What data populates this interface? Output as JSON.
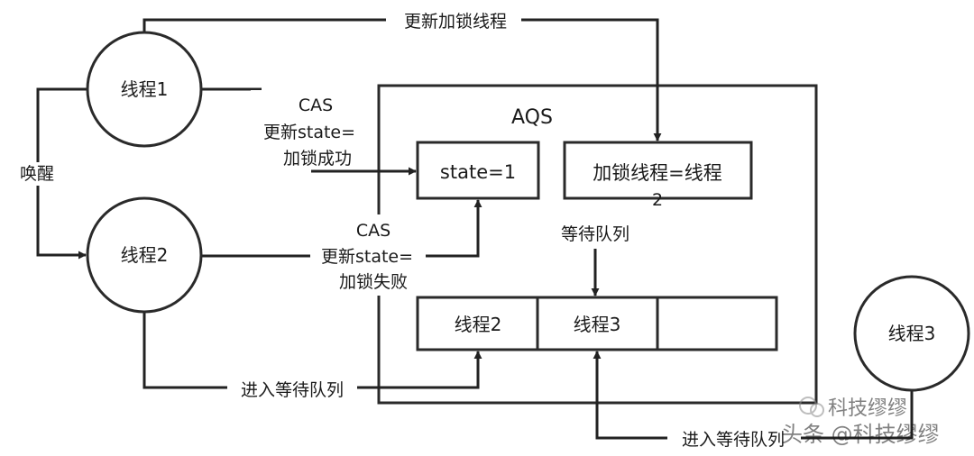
{
  "nodes": {
    "thread1": "线程1",
    "thread2": "线程2",
    "thread3": "线程3"
  },
  "aqs": {
    "title": "AQS",
    "state_box": "state=1",
    "lock_thread_line1": "加锁线程=线程",
    "lock_thread_line2": "2",
    "queue_label": "等待队列",
    "queue_items": [
      "线程2",
      "线程3",
      ""
    ]
  },
  "edges": {
    "update_lock_thread": "更新加锁线程",
    "wake": "唤醒",
    "cas1": [
      "CAS",
      "更新state=",
      "加锁成功"
    ],
    "cas2": [
      "CAS",
      "更新state=",
      "加锁失败"
    ],
    "enter_queue_thread2": "进入等待队列",
    "enter_queue_thread3": "进入等待队列"
  },
  "watermark": {
    "top": "科技缪缪",
    "bottom": "头条 @科技缪缪"
  }
}
